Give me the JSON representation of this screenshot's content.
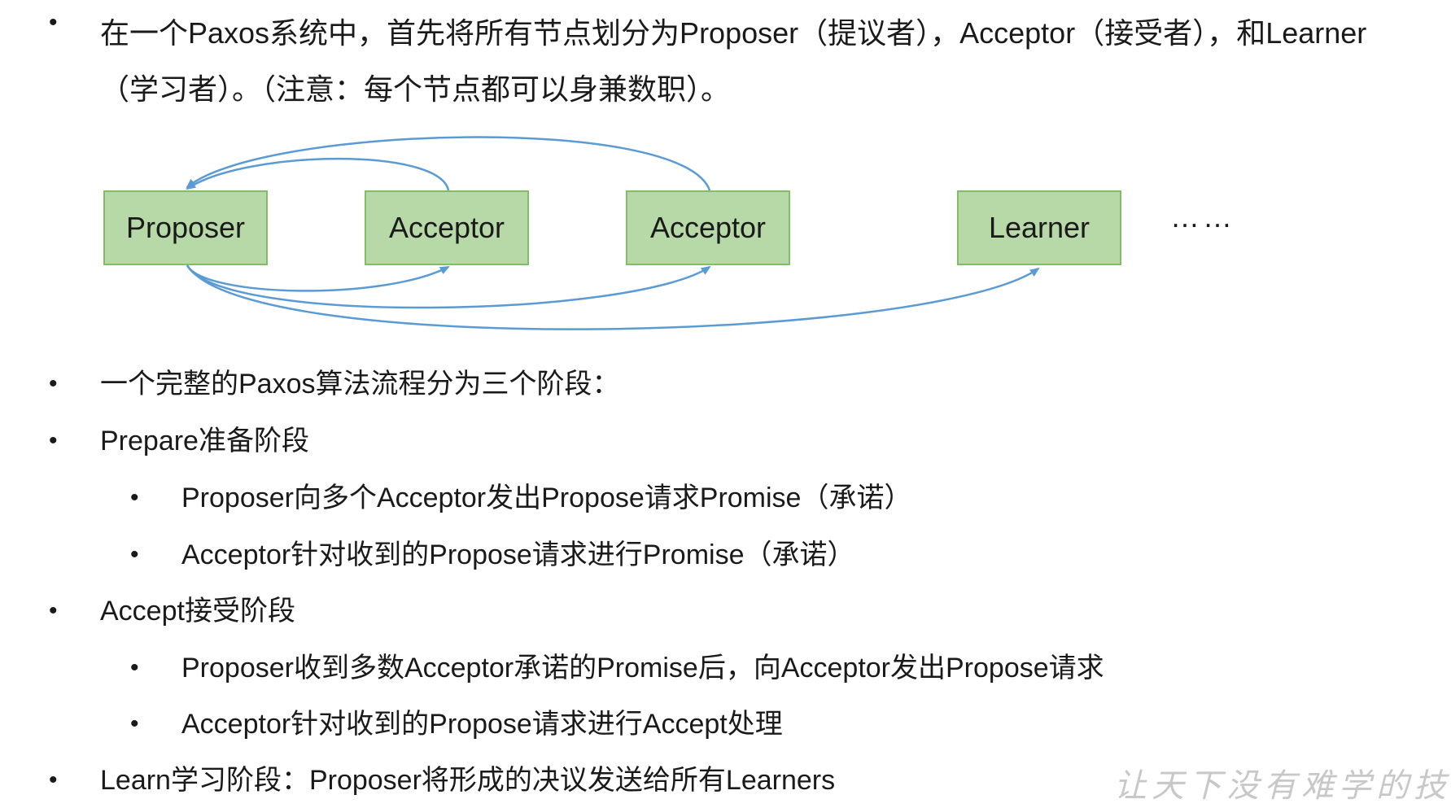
{
  "intro": {
    "bullet": "•",
    "text": "在一个Paxos系统中，首先将所有节点划分为Proposer（提议者），Acceptor（接受者），和Learner（学习者）。（注意：每个节点都可以身兼数职）。"
  },
  "diagram": {
    "nodes": [
      {
        "label": "Proposer"
      },
      {
        "label": "Acceptor"
      },
      {
        "label": "Acceptor"
      },
      {
        "label": "Learner"
      }
    ],
    "ellipsis": "……",
    "arrow_color": "#5b9bd5"
  },
  "bullets": [
    {
      "text": "一个完整的Paxos算法流程分为三个阶段："
    },
    {
      "text": "Prepare准备阶段"
    },
    {
      "text": "Proposer向多个Acceptor发出Propose请求Promise（承诺）"
    },
    {
      "text": "Acceptor针对收到的Propose请求进行Promise（承诺）"
    },
    {
      "text": "Accept接受阶段"
    },
    {
      "text": "Proposer收到多数Acceptor承诺的Promise后，向Acceptor发出Propose请求"
    },
    {
      "text": "Acceptor针对收到的Propose请求进行Accept处理"
    },
    {
      "text": "Learn学习阶段：Proposer将形成的决议发送给所有Learners"
    }
  ],
  "watermark": "让天下没有难学的技"
}
